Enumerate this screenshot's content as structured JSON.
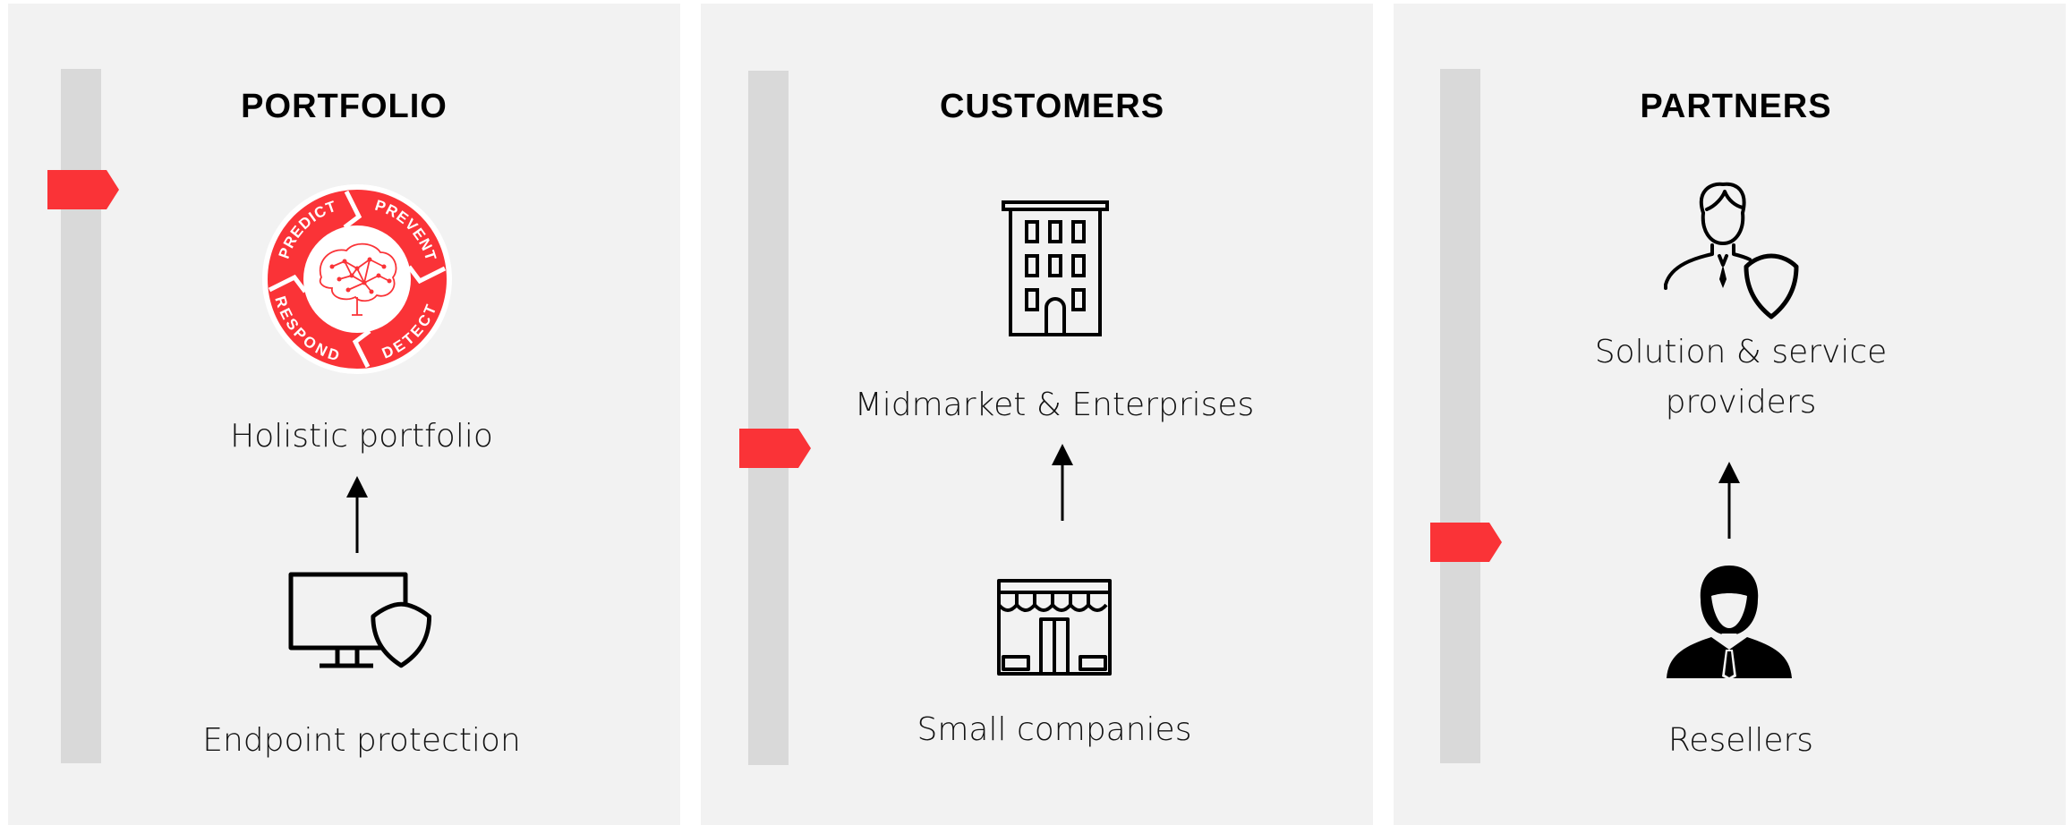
{
  "colors": {
    "accent": "#fa3337",
    "panel": "#f2f2f2",
    "rail": "#d9d9d9"
  },
  "portfolio": {
    "heading": "PORTFOLIO",
    "level_fraction": 0.87,
    "top_label": "Holistic portfolio",
    "bottom_label": "Endpoint protection",
    "logo_words": [
      "PREDICT",
      "PREVENT",
      "DETECT",
      "RESPOND"
    ],
    "top_icon": "predict-prevent-detect-respond-logo",
    "bottom_icon": "monitor-shield-icon"
  },
  "customers": {
    "heading": "CUSTOMERS",
    "level_fraction": 0.5,
    "top_label": "Midmarket & Enterprises",
    "bottom_label": "Small companies",
    "top_icon": "office-building-icon",
    "bottom_icon": "storefront-icon"
  },
  "partners": {
    "heading": "PARTNERS",
    "level_fraction": 0.37,
    "top_label": "Solution & service\nproviders",
    "bottom_label": "Resellers",
    "top_icon": "person-shield-icon",
    "bottom_icon": "businessman-icon"
  }
}
